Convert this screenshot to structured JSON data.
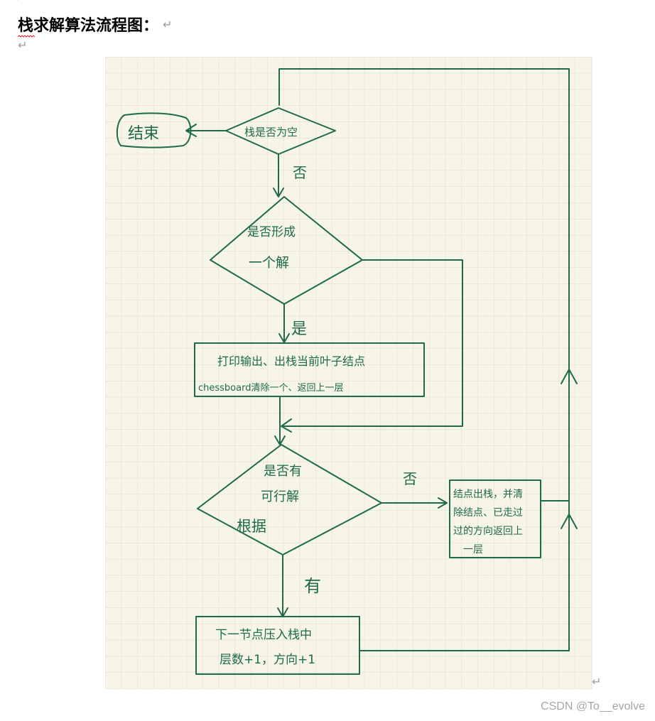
{
  "document": {
    "heading": "栈求解算法流程图：",
    "paragraph_mark": "↵",
    "top_mark": "↵"
  },
  "colors": {
    "paper": "#f6f5e7",
    "grid": "#d9dad0",
    "ink": "#1e6a4a",
    "heading": "#000000",
    "watermark": "#a6a6a6"
  },
  "flowchart": {
    "end_node": "结束",
    "stack_empty_decision": "栈是否为空",
    "label_no_1": "否",
    "solution_decision_line1": "是否形成",
    "solution_decision_line2": "一个解",
    "label_yes": "是",
    "print_box_line1": "打印输出、出栈当前叶子结点",
    "print_box_line2": "chessboard清除一个、返回上一层",
    "feasible_decision_line1": "是否有",
    "feasible_decision_line2": "可行解",
    "feasible_decision_note": "根据",
    "label_no_2": "否",
    "pop_box_line1": "结点出栈，并清",
    "pop_box_line2": "除结点、已走过",
    "pop_box_line3": "过的方向返回上",
    "pop_box_line4": "一层",
    "label_has": "有",
    "push_box_line1": "下一节点压入栈中",
    "push_box_line2": "层数+1，方向+1"
  },
  "watermark": "CSDN @To__evolve"
}
